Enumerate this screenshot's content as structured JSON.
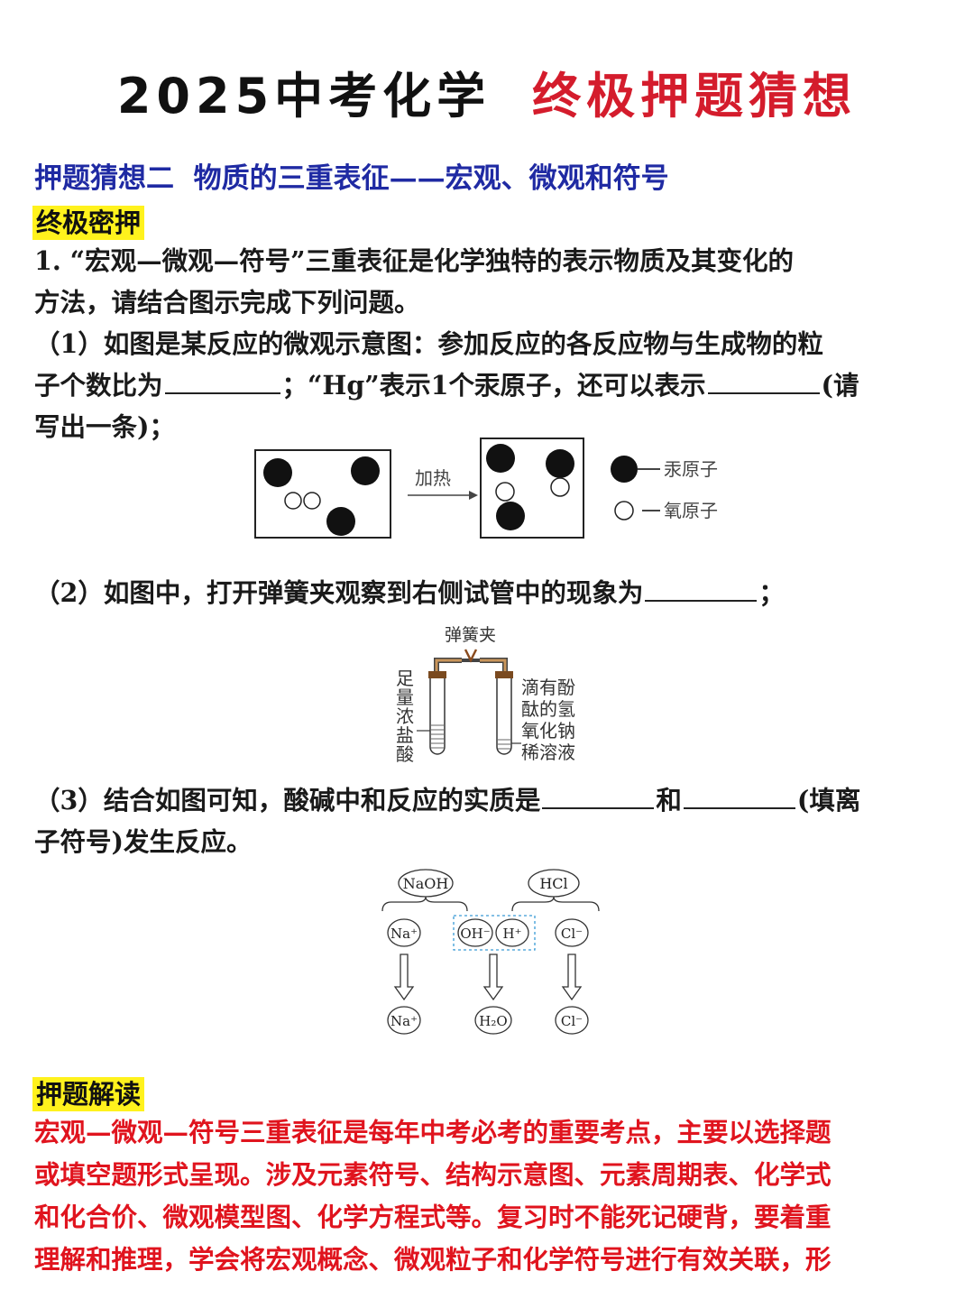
{
  "title": {
    "main": "2025中考化学",
    "accent": "终极押题猜想"
  },
  "section_title": "押题猜想二  物质的三重表征——宏观、微观和符号",
  "badge_final": "终极密押",
  "q1": {
    "intro_1": "1. “宏观—微观—符号”三重表征是化学独特的表示物质及其变化的",
    "intro_2": "方法，请结合图示完成下列问题。",
    "p1_line1": "（1）如图是某反应的微观示意图：参加反应的各反应物与生成物的粒",
    "p1_line2a": "子个数比为",
    "p1_line2b": "；“Hg”表示1个汞原子，还可以表示",
    "p1_line2c": "(请",
    "p1_line3": "写出一条)；",
    "p2": "（2）如图中，打开弹簧夹观察到右侧试管中的现象为",
    "p2_end": "；",
    "p3_line1a": "（3）结合如图可知，酸碱中和反应的实质是",
    "p3_line1b": "和",
    "p3_line1c": "(填离",
    "p3_line2": "子符号)发生反应。"
  },
  "diagram1": {
    "arrow_label": "加热",
    "legend_hg": "汞原子",
    "legend_o": "氧原子"
  },
  "diagram2": {
    "clamp": "弹簧夹",
    "left_label": [
      "足",
      "量",
      "浓",
      "盐",
      "酸"
    ],
    "right_label": [
      "滴有酚",
      "酞的氢",
      "氧化钠",
      "稀溶液"
    ]
  },
  "diagram3": {
    "naoh": "NaOH",
    "hcl": "HCl",
    "na": "Na⁺",
    "oh": "OH⁻",
    "h": "H⁺",
    "cl": "Cl⁻",
    "na2": "Na⁺",
    "h2o": "H₂O",
    "cl2": "Cl⁻"
  },
  "badge_analysis": "押题解读",
  "analysis": {
    "line1": "宏观—微观—符号三重表征是每年中考必考的重要考点，主要以选择题",
    "line2": "或填空题形式呈现。涉及元素符号、结构示意图、元素周期表、化学式",
    "line3": "和化合价、微观模型图、化学方程式等。复习时不能死记硬背，要着重",
    "line4": "理解和推理，学会将宏观概念、微观粒子和化学符号进行有效关联，形"
  }
}
